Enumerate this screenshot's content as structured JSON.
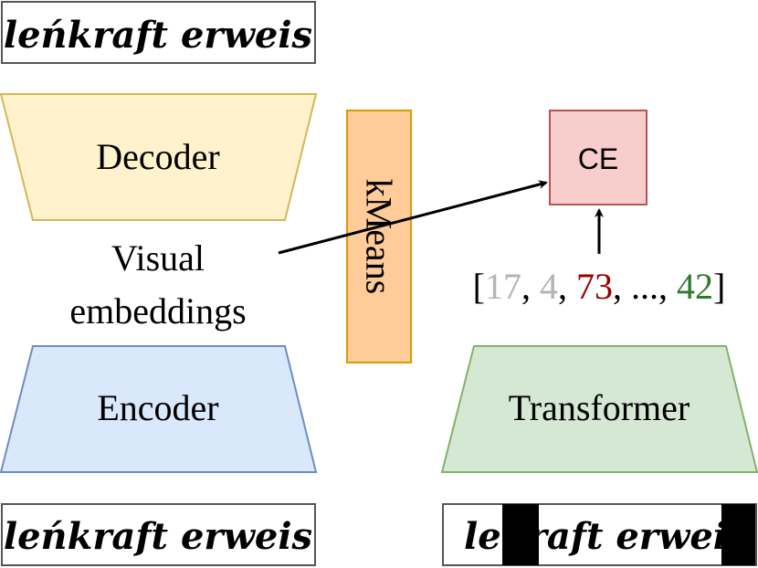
{
  "top_image": {
    "text": "leńkraft erweis"
  },
  "decoder": {
    "label": "Decoder",
    "fill": "#fff2cc",
    "stroke": "#d6b656"
  },
  "embeddings": {
    "line1": "Visual",
    "line2": "embeddings"
  },
  "encoder": {
    "label": "Encoder",
    "fill": "#dae8fc",
    "stroke": "#6c8ebf"
  },
  "bottom_left_image": {
    "text": "leńkraft erweis"
  },
  "kmeans": {
    "label": "kMeans",
    "fill": "#ffcc99",
    "stroke": "#d79b00"
  },
  "ce": {
    "label": "CE",
    "fill": "#f8cecc",
    "stroke": "#b85450"
  },
  "tokens": {
    "open": "[",
    "t1": "17",
    "sep1": ", ",
    "t2": "4",
    "sep2": ", ",
    "t3": "73",
    "sep3": ", ..., ",
    "t4": "42",
    "close": "]",
    "masked_color": "#b3b3b3",
    "wrong_color": "#990000",
    "correct_color": "#2d7a2d"
  },
  "transformer": {
    "label": "Transformer",
    "fill": "#d5e8d4",
    "stroke": "#82b366"
  },
  "bottom_right_image": {
    "text": "leńraft erwei"
  }
}
